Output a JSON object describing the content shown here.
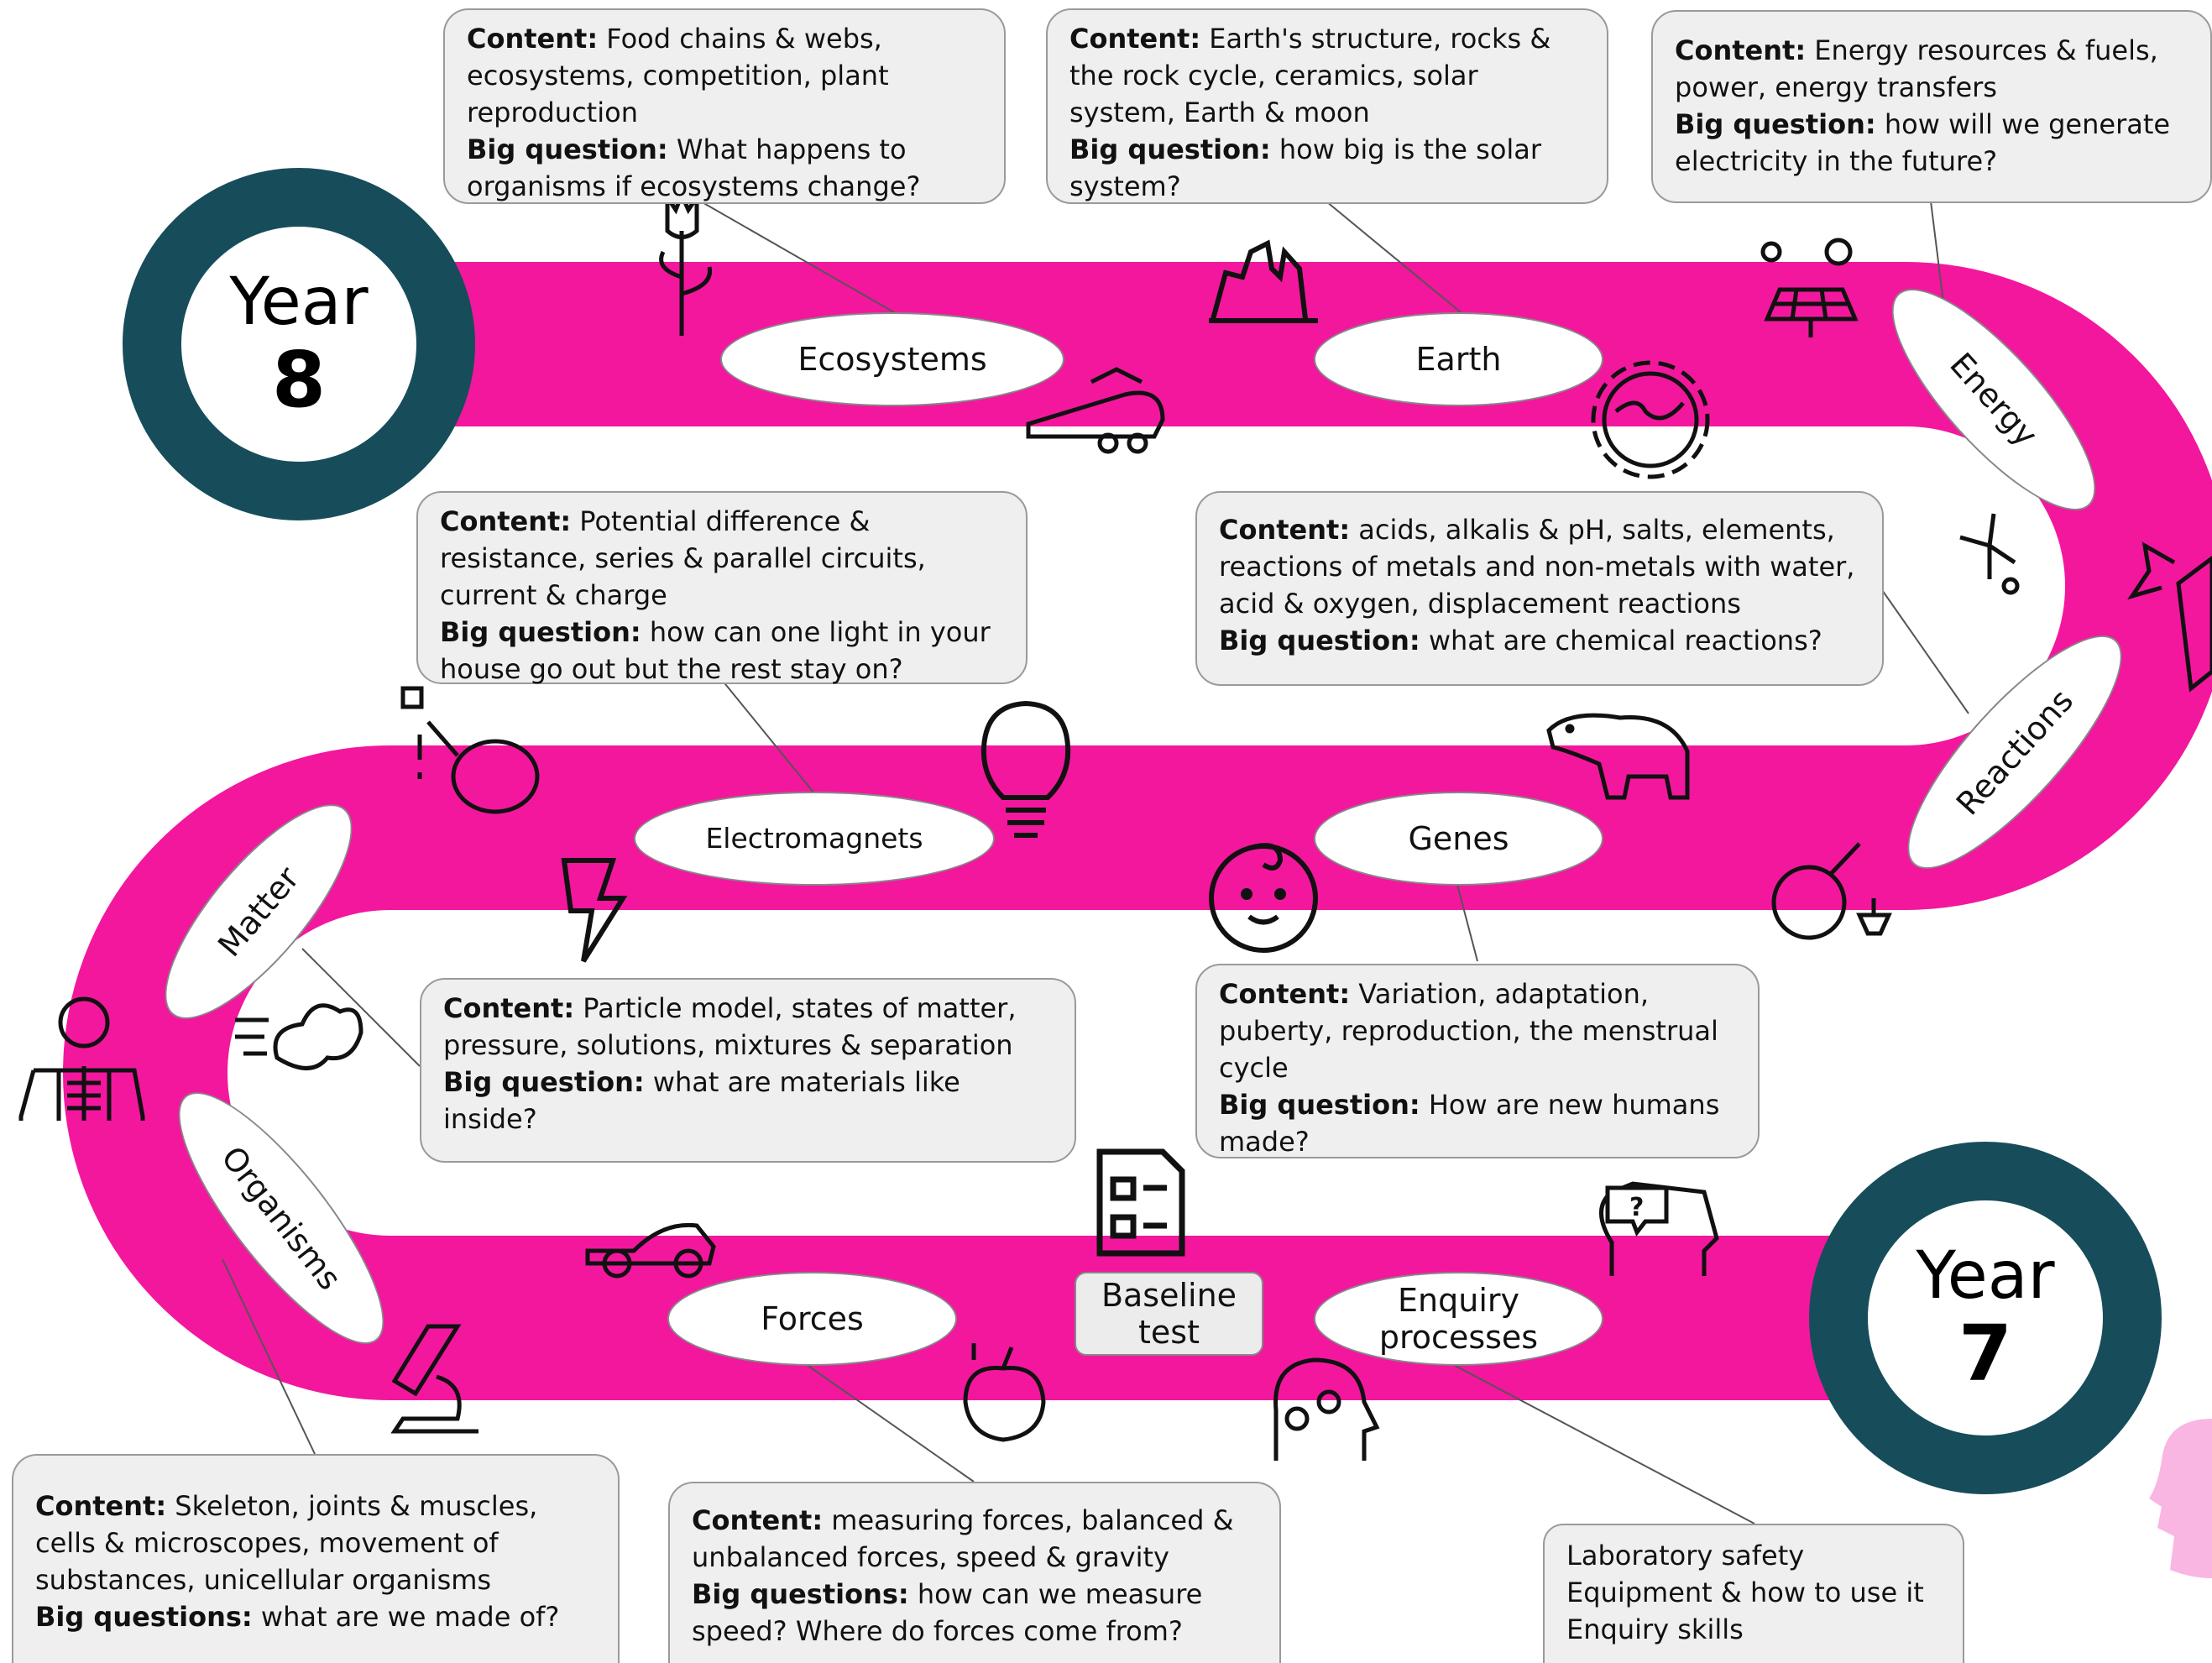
{
  "colors": {
    "road": "#f3179e",
    "year_ring": "#174d5a",
    "box_fill": "#efefef",
    "box_border": "#9a9a9a"
  },
  "year8": {
    "word": "Year",
    "number": "8"
  },
  "year7": {
    "word": "Year",
    "number": "7"
  },
  "units": {
    "ecosystems": "Ecosystems",
    "earth": "Earth",
    "energy": "Energy",
    "reactions": "Reactions",
    "genes": "Genes",
    "electromagnets": "Electromagnets",
    "matter": "Matter",
    "organisms": "Organisms",
    "forces": "Forces",
    "enquiry": "Enquiry processes"
  },
  "baseline": "Baseline test",
  "boxes": {
    "ecosystems": {
      "content_label": "Content:",
      "content": " Food chains & webs, ecosystems, competition, plant reproduction",
      "question_label": "Big question:",
      "question": " What happens to organisms if ecosystems change?"
    },
    "earth": {
      "content_label": "Content:",
      "content": " Earth's structure, rocks & the rock cycle, ceramics, solar system, Earth & moon",
      "question_label": "Big question:",
      "question": " how big is the solar system?"
    },
    "energy": {
      "content_label": "Content:",
      "content": " Energy resources & fuels, power, energy transfers",
      "question_label": "Big question:",
      "question": " how will we generate electricity in the future?"
    },
    "electromagnets": {
      "content_label": "Content:",
      "content": " Potential difference & resistance, series & parallel circuits, current & charge",
      "question_label": "Big question:",
      "question": " how can one light in your house go out but the rest stay on?"
    },
    "reactions": {
      "content_label": "Content:",
      "content": " acids, alkalis & pH, salts, elements, reactions of metals and non-metals with water, acid & oxygen, displacement reactions",
      "question_label": "Big question:",
      "question": " what are chemical reactions?"
    },
    "matter": {
      "content_label": "Content:",
      "content": " Particle model, states of matter, pressure, solutions, mixtures & separation",
      "question_label": "Big question:",
      "question": " what are materials like inside?"
    },
    "genes": {
      "content_label": "Content:",
      "content": " Variation, adaptation, puberty, reproduction, the menstrual cycle",
      "question_label": "Big question:",
      "question": " How are new humans made?"
    },
    "organisms": {
      "content_label": "Content:",
      "content": " Skeleton, joints & muscles, cells & microscopes, movement of substances, unicellular organisms",
      "question_label": "Big questions:",
      "question": " what are we made of?"
    },
    "forces": {
      "content_label": "Content:",
      "content": " measuring forces, balanced & unbalanced forces, speed & gravity",
      "question_label": "Big questions:",
      "question": " how can we measure speed? Where do forces come from?"
    },
    "enquiry": {
      "line1": "Laboratory safety",
      "line2": "Equipment & how to use it",
      "line3": "Enquiry skills"
    }
  },
  "icons": [
    "tulip-icon",
    "crocodile-icon",
    "city-skyline-icon",
    "globe-icon",
    "solar-panel-icon",
    "wind-turbine-icon",
    "test-tube-icon",
    "flask-burner-icon",
    "polar-bear-icon",
    "baby-face-icon",
    "lightbulb-icon",
    "lightning-icon",
    "chemistry-flask-icon",
    "cloud-wind-icon",
    "skeleton-icon",
    "microscope-icon",
    "car-icon",
    "checklist-icon",
    "apple-icon",
    "brain-gears-icon",
    "head-question-icon"
  ]
}
